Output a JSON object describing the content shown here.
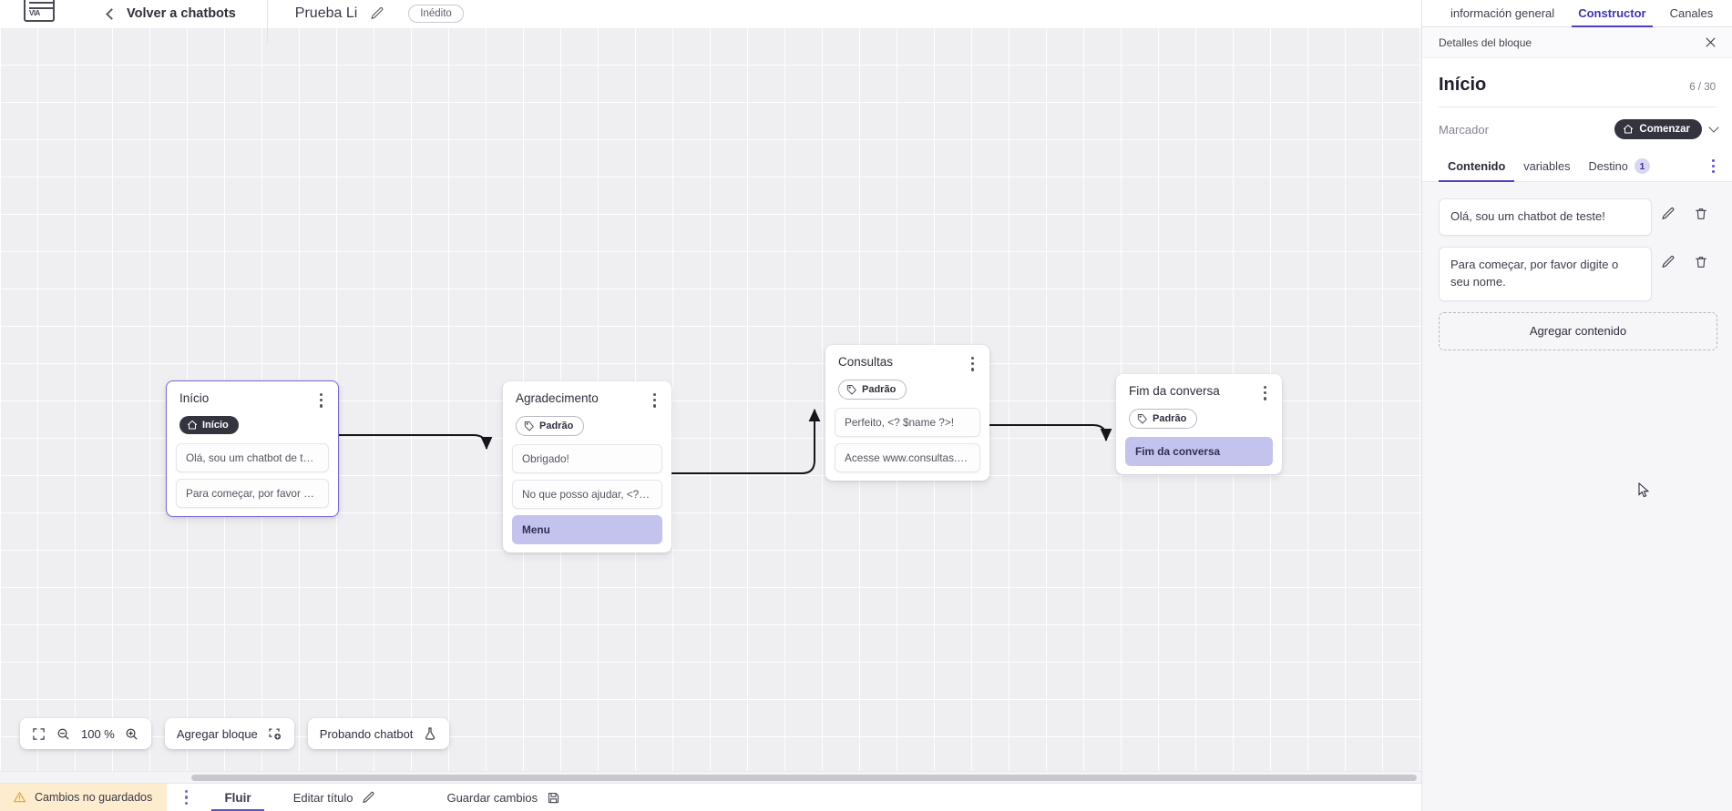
{
  "topbar": {
    "logo_text": "VIA",
    "back_label": "Volver a chatbots",
    "doc_title": "Prueba Li",
    "edit_title_icon": "pencil-icon",
    "status_badge": "Inédito"
  },
  "canvas": {
    "zoom_level": "100 %",
    "toolbar": {
      "fit_icon": "fit-screen-icon",
      "zoom_out_icon": "zoom-out-icon",
      "zoom_in_icon": "zoom-in-icon",
      "add_block_label": "Agregar bloque",
      "add_block_icon": "add-block-icon",
      "test_bot_label": "Probando chatbot",
      "test_bot_icon": "flask-icon"
    },
    "nodes": [
      {
        "id": "inicio",
        "title": "Início",
        "tag": "Início",
        "tag_style": "dark",
        "tag_icon": "home-icon",
        "selected": true,
        "messages": [
          {
            "text": "Olá, sou um chatbot de teste!",
            "type": "message"
          },
          {
            "text": "Para começar, por favor digite o ...",
            "type": "message"
          }
        ]
      },
      {
        "id": "agradecimento",
        "title": "Agradecimento",
        "tag": "Padrão",
        "tag_style": "outline",
        "tag_icon": "tag-icon",
        "selected": false,
        "messages": [
          {
            "text": "Obrigado!",
            "type": "message"
          },
          {
            "text": "No que posso ajudar, <? $name ...",
            "type": "message"
          },
          {
            "text": "Menu",
            "type": "action"
          }
        ]
      },
      {
        "id": "consultas",
        "title": "Consultas",
        "tag": "Padrão",
        "tag_style": "outline",
        "tag_icon": "tag-icon",
        "selected": false,
        "messages": [
          {
            "text": "Perfeito, <? $name ?>!",
            "type": "message"
          },
          {
            "text": "Acesse www.consultas.com par...",
            "type": "message"
          }
        ]
      },
      {
        "id": "fim",
        "title": "Fim da conversa",
        "tag": "Padrão",
        "tag_style": "outline",
        "tag_icon": "tag-icon",
        "selected": false,
        "messages": [
          {
            "text": "Fim da conversa",
            "type": "action"
          }
        ]
      }
    ]
  },
  "statusbar": {
    "unsaved_label": "Cambios no guardados",
    "warning_icon": "warning-triangle-icon",
    "kebab_icon": "more-vertical-icon",
    "flow_tab": "Fluir",
    "edit_title_label": "Editar título",
    "edit_title_icon": "pencil-icon",
    "save_label": "Guardar cambios",
    "save_icon": "save-disk-icon"
  },
  "panel": {
    "tabs": [
      {
        "label": "información general",
        "active": false
      },
      {
        "label": "Constructor",
        "active": true
      },
      {
        "label": "Canales",
        "active": false
      }
    ],
    "subheader_title": "Detalles del bloque",
    "close_icon": "close-icon",
    "block_title": "Início",
    "char_count": "6 / 30",
    "marker_label": "Marcador",
    "marker_value": "Comenzar",
    "marker_icon": "home-icon",
    "marker_chevron": "chevron-down-icon",
    "content_tabs": [
      {
        "label": "Contenido",
        "badge": null,
        "active": true
      },
      {
        "label": "variables",
        "badge": null,
        "active": false
      },
      {
        "label": "Destino",
        "badge": "1",
        "active": false
      }
    ],
    "overflow_icon": "more-vertical-icon",
    "content_items": [
      {
        "text": "Olá, sou um chatbot de teste!",
        "edit_icon": "pencil-icon",
        "delete_icon": "trash-icon"
      },
      {
        "text": "Para começar, por favor digite o seu nome.",
        "edit_icon": "pencil-icon",
        "delete_icon": "trash-icon"
      }
    ],
    "add_content_label": "Agregar contenido"
  },
  "colors": {
    "accent": "#4b3fc4",
    "accent_light": "#c3c3ee",
    "canvas_bg": "#efeff2",
    "dark_chip": "#34343f",
    "warning_bg": "#fdeccd"
  }
}
